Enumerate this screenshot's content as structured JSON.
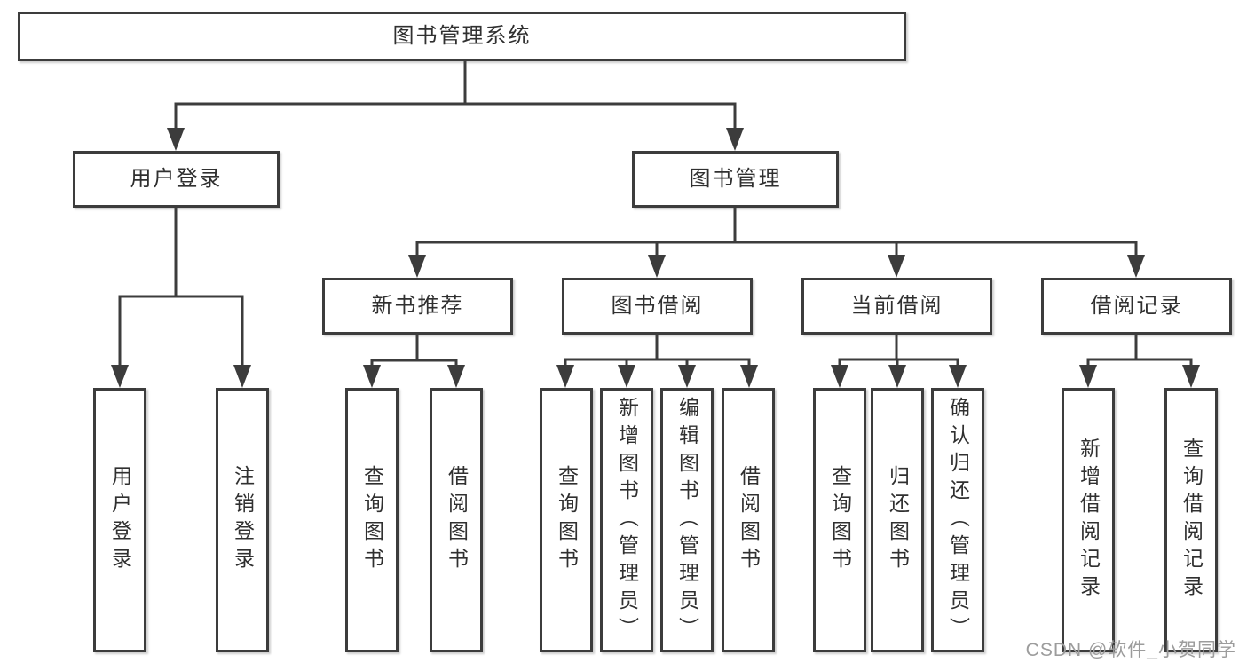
{
  "colors": {
    "background": "#ffffff",
    "line": "#3c3c3c",
    "box_border": "#3c3c3c",
    "text": "#303030",
    "watermark": "#9c9c9c"
  },
  "watermark": "CSDN @软件_小贺同学",
  "nodes": {
    "root": "图书管理系统",
    "user_login": "用户登录",
    "book_mgmt": "图书管理",
    "new_book_rec": "新书推荐",
    "book_borrow": "图书借阅",
    "current_borrow": "当前借阅",
    "borrow_record": "借阅记录",
    "leaf_user_login": "用户登录",
    "leaf_logout": "注销登录",
    "leaf_query_book_1": "查询图书",
    "leaf_borrow_book_1": "借阅图书",
    "leaf_query_book_2": "查询图书",
    "leaf_add_book": "新增图书（管理员）",
    "leaf_edit_book": "编辑图书（管理员）",
    "leaf_borrow_book_2": "借阅图书",
    "leaf_query_book_3": "查询图书",
    "leaf_return_book": "归还图书",
    "leaf_confirm_return": "确认归还（管理员）",
    "leaf_add_record": "新增借阅记录",
    "leaf_query_record": "查询借阅记录"
  },
  "edges": [
    [
      "root",
      "user_login"
    ],
    [
      "root",
      "book_mgmt"
    ],
    [
      "user_login",
      "leaf_user_login"
    ],
    [
      "user_login",
      "leaf_logout"
    ],
    [
      "book_mgmt",
      "new_book_rec"
    ],
    [
      "book_mgmt",
      "book_borrow"
    ],
    [
      "book_mgmt",
      "current_borrow"
    ],
    [
      "book_mgmt",
      "borrow_record"
    ],
    [
      "new_book_rec",
      "leaf_query_book_1"
    ],
    [
      "new_book_rec",
      "leaf_borrow_book_1"
    ],
    [
      "book_borrow",
      "leaf_query_book_2"
    ],
    [
      "book_borrow",
      "leaf_add_book"
    ],
    [
      "book_borrow",
      "leaf_edit_book"
    ],
    [
      "book_borrow",
      "leaf_borrow_book_2"
    ],
    [
      "current_borrow",
      "leaf_query_book_3"
    ],
    [
      "current_borrow",
      "leaf_return_book"
    ],
    [
      "current_borrow",
      "leaf_confirm_return"
    ],
    [
      "borrow_record",
      "leaf_add_record"
    ],
    [
      "borrow_record",
      "leaf_query_record"
    ]
  ]
}
